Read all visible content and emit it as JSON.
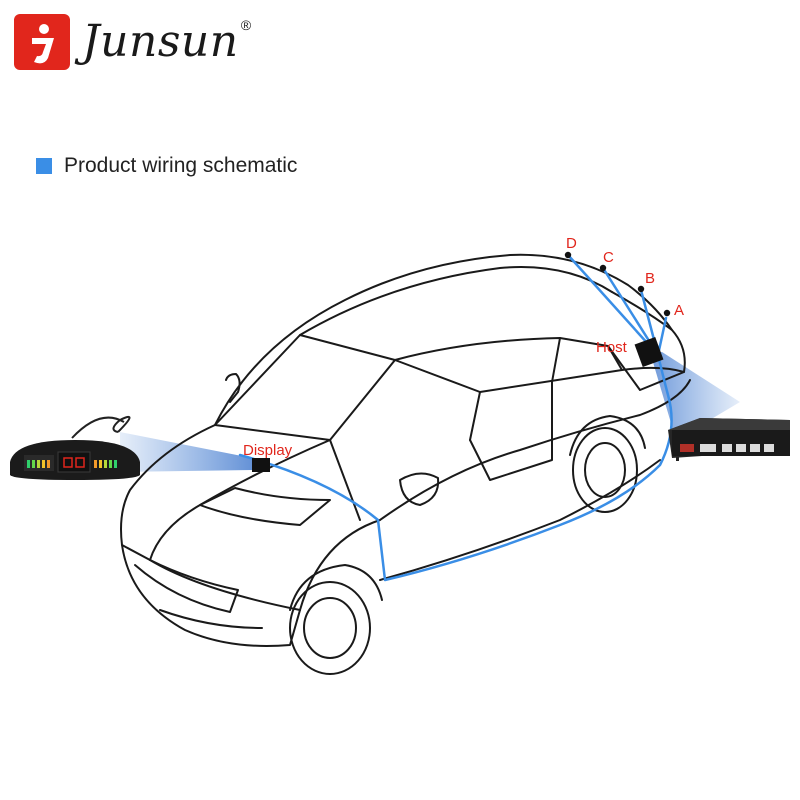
{
  "brand": {
    "name": "Junsun",
    "registered_mark": "®"
  },
  "section": {
    "title": "Product wiring schematic"
  },
  "labels": {
    "sensor_a": "A",
    "sensor_b": "B",
    "sensor_c": "C",
    "sensor_d": "D",
    "host": "Host",
    "display": "Display"
  },
  "colors": {
    "accent_red": "#e1261c",
    "wire_blue": "#3a8ee6",
    "projection_blue": "#6a9fe0"
  },
  "icons": [
    "junsun-logo-icon",
    "section-bullet-icon"
  ]
}
